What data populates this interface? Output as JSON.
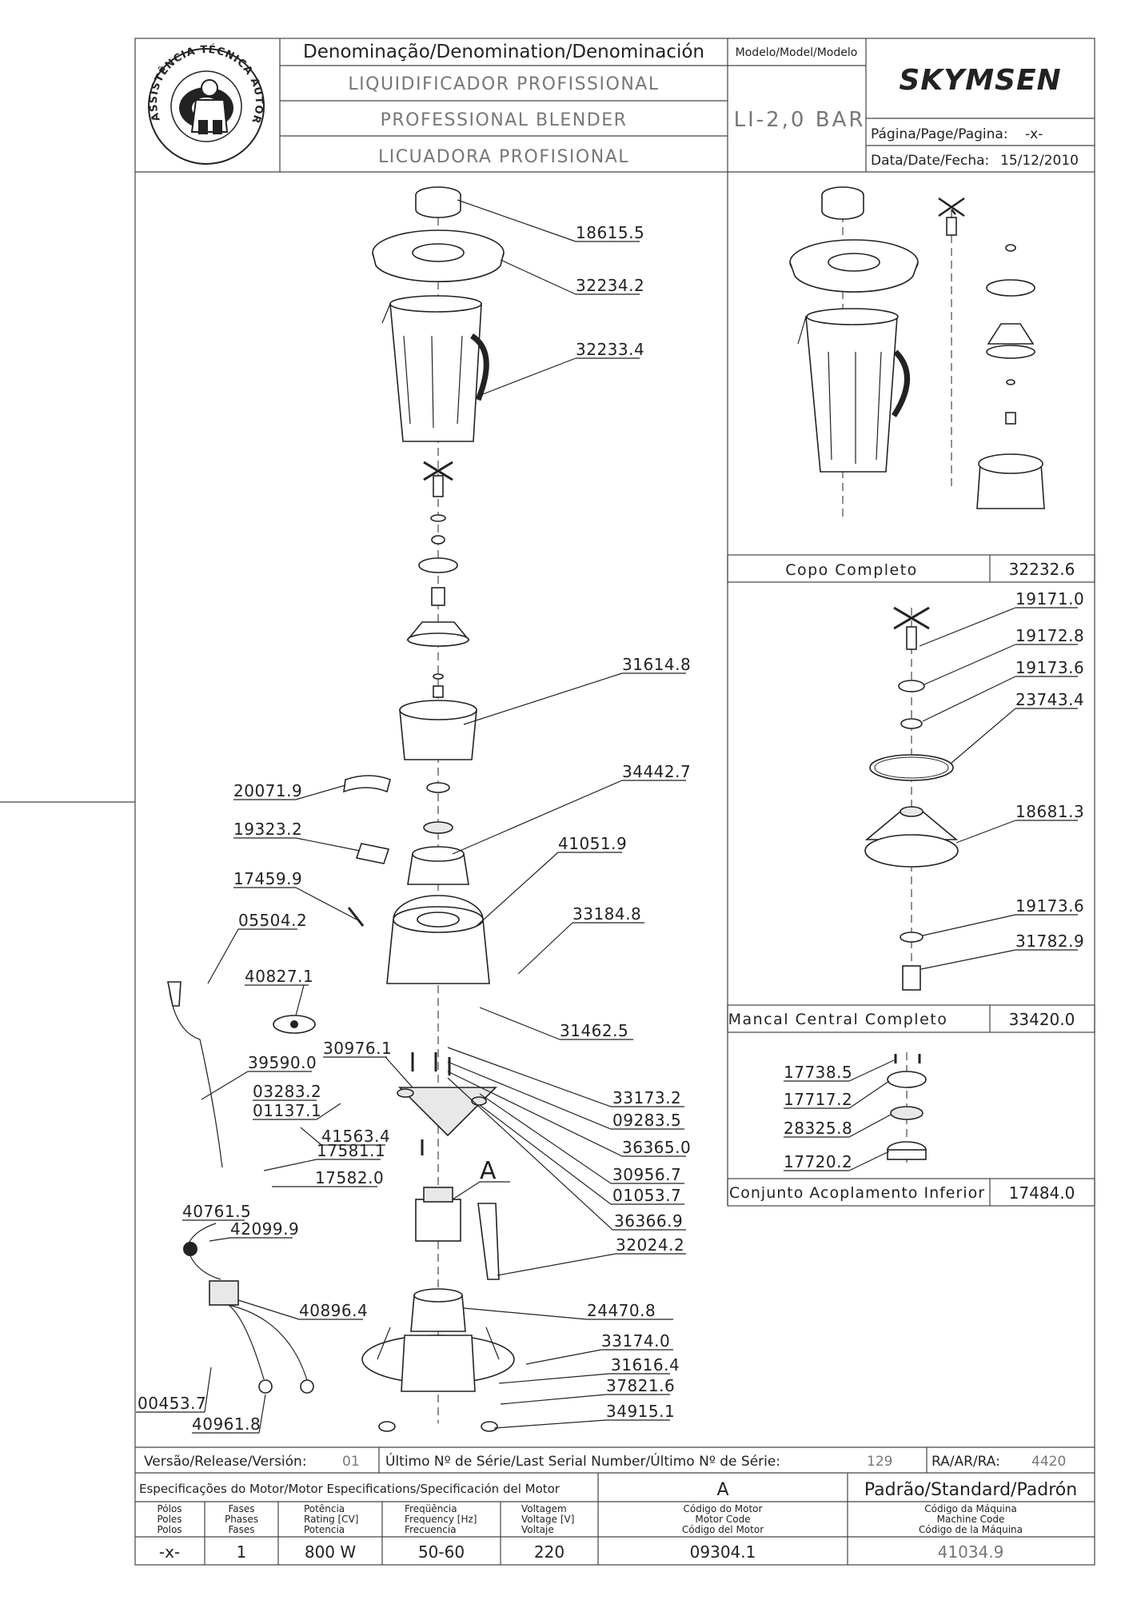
{
  "header": {
    "seal_text": "ASSISTÊNCIA TÉCNICA AUTORIZADA",
    "denomination_label": "Denominação/Denomination/Denominación",
    "name_pt": "LIQUIDIFICADOR PROFISSIONAL",
    "name_en": "PROFESSIONAL BLENDER",
    "name_es": "LICUADORA PROFISIONAL",
    "model_label": "Modelo/Model/Modelo",
    "model": "LI-2,0 BAR",
    "brand": "SKYMSEN",
    "page_label": "Página/Page/Pagina:",
    "page_value": "-x-",
    "date_label": "Data/Date/Fecha:",
    "date_value": "15/12/2010"
  },
  "main_parts": [
    {
      "code": "18615.5"
    },
    {
      "code": "32234.2"
    },
    {
      "code": "32233.4"
    },
    {
      "code": "31614.8"
    },
    {
      "code": "20071.9"
    },
    {
      "code": "34442.7"
    },
    {
      "code": "19323.2"
    },
    {
      "code": "41051.9"
    },
    {
      "code": "17459.9"
    },
    {
      "code": "33184.8"
    },
    {
      "code": "05504.2"
    },
    {
      "code": "40827.1"
    },
    {
      "code": "31462.5"
    },
    {
      "code": "39590.0"
    },
    {
      "code": "30976.1"
    },
    {
      "code": "33173.2"
    },
    {
      "code": "03283.2"
    },
    {
      "code": "09283.5"
    },
    {
      "code": "01137.1"
    },
    {
      "code": "41563.4"
    },
    {
      "code": "36365.0"
    },
    {
      "code": "17581.1"
    },
    {
      "code": "30956.7"
    },
    {
      "code": "17582.0"
    },
    {
      "code": "01053.7"
    },
    {
      "code": "40761.5"
    },
    {
      "code": "36366.9"
    },
    {
      "code": "42099.9"
    },
    {
      "code": "32024.2"
    },
    {
      "code": "40896.4"
    },
    {
      "code": "24470.8"
    },
    {
      "code": "33174.0"
    },
    {
      "code": "31616.4"
    },
    {
      "code": "37821.6"
    },
    {
      "code": "00453.7"
    },
    {
      "code": "34915.1"
    },
    {
      "code": "40961.8"
    }
  ],
  "detail_label": "A",
  "assemblies": [
    {
      "name": "Copo Completo",
      "code": "32232.6",
      "parts": []
    },
    {
      "name": "Mancal Central Completo",
      "code": "33420.0",
      "parts": [
        "19171.0",
        "19172.8",
        "19173.6",
        "23743.4",
        "18681.3",
        "19173.6",
        "31782.9"
      ]
    },
    {
      "name": "Conjunto Acoplamento Inferior",
      "code": "17484.0",
      "parts": [
        "17738.5",
        "17717.2",
        "28325.8",
        "17720.2"
      ]
    }
  ],
  "footer": {
    "version_label": "Versão/Release/Versión:",
    "version": "01",
    "serial_label": "Último Nº de Série/Last Serial Number/Último Nº de Série:",
    "serial": "129",
    "ra_label": "RA/AR/RA:",
    "ra": "4420",
    "motor_spec_label": "Especificações do Motor/Motor Especifications/Specificación del Motor",
    "motor_class": "A",
    "standard_label": "Padrão/Standard/Padrón",
    "col_poles": [
      "Pólos",
      "Poles",
      "Polos"
    ],
    "col_phases": [
      "Fases",
      "Phases",
      "Fases"
    ],
    "col_power": [
      "Potência",
      "Rating [CV]",
      "Potencia"
    ],
    "col_freq": [
      "Freqüência",
      "Frequency [Hz]",
      "Frecuencia"
    ],
    "col_voltage": [
      "Voltagem",
      "Voltage [V]",
      "Voltaje"
    ],
    "col_motor_code": [
      "Código do Motor",
      "Motor Code",
      "Código del Motor"
    ],
    "col_machine_code": [
      "Código da Máquina",
      "Machine Code",
      "Código de la Máquina"
    ],
    "poles": "-x-",
    "phases": "1",
    "power": "800 W",
    "frequency": "50-60",
    "voltage": "220",
    "motor_code": "09304.1",
    "machine_code": "41034.9"
  },
  "colors": {
    "line": "#222222",
    "muted": "#777777"
  }
}
